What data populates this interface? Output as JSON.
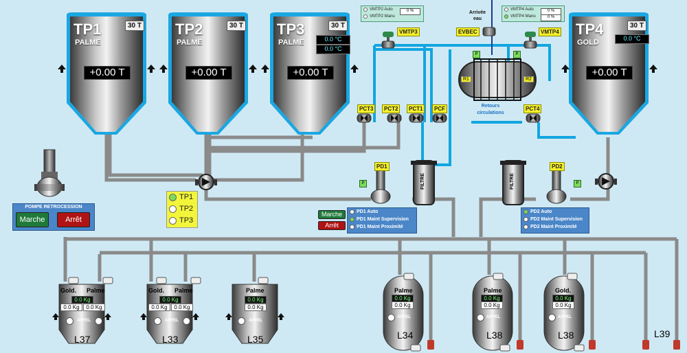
{
  "top_tanks": [
    {
      "name": "TP1",
      "product": "PALME",
      "capacity": "30 T",
      "weight": "+0.00 T"
    },
    {
      "name": "TP2",
      "product": "PALME",
      "capacity": "30 T",
      "weight": "+0.00 T"
    },
    {
      "name": "TP3",
      "product": "PALME",
      "capacity": "30 T",
      "weight": "+0.00 T",
      "temps": [
        "0.0 °C",
        "0.0 °C"
      ]
    },
    {
      "name": "TP4",
      "product": "GOLD",
      "capacity": "30 T",
      "weight": "+0.00 T",
      "temps": [
        "0.0 °C"
      ]
    }
  ],
  "valves": {
    "pct3": "PCT3",
    "pct2": "PCT2",
    "pct1": "PCT1",
    "pcf": "PCF",
    "pct4": "PCT4",
    "vmtp3": "VMTP3",
    "vmtp4": "VMTP4",
    "evbec": "EVBEC",
    "pd1": "PD1",
    "pd2": "PD2"
  },
  "vmtp2_panel": {
    "auto": "VMTP2 Auto",
    "manu": "VMTP2 Manu",
    "value": "0 %"
  },
  "vmtp4_panel": {
    "auto": "VMTP4 Auto",
    "manu": "VMTP4 Manu",
    "value1": "0 %",
    "value2": "0 %"
  },
  "water": {
    "line1": "Arrivée",
    "line2": "eau"
  },
  "exchanger": {
    "r1": "R1",
    "r2": "R2",
    "label_line1": "Retours",
    "label_line2": "circulations"
  },
  "filter_label": "FILTRE",
  "pompe_retro": {
    "title": "POMPE  RETROCESSION",
    "marche": "Marche",
    "arret": "Arrêt"
  },
  "tp_select": {
    "options": [
      "TP1",
      "TP2",
      "TP3"
    ],
    "selected": "TP1"
  },
  "pd1_panel": {
    "marche": "Marche",
    "arret": "Arrêt",
    "options": [
      "PD1 Auto",
      "PD1 Maint Supervision",
      "PD1 Maint Proximité"
    ],
    "selected": "PD1 Maint Supervision"
  },
  "pd2_panel": {
    "options": [
      "PD2 Auto",
      "PD2 Maint Supervision",
      "PD2 Maint Proximité"
    ],
    "selected": "PD2 Auto"
  },
  "p_tag": "P",
  "lines": [
    {
      "name": "L37",
      "left": "Gold.",
      "right": "Palme",
      "total": "0.0 Kg",
      "left_w": "0.0 Kg",
      "right_w": "0.0 Kg",
      "appel": "APPEL"
    },
    {
      "name": "L33",
      "left": "Gold.",
      "right": "Palme",
      "total": "0.0 Kg",
      "left_w": "0.0 Kg",
      "right_w": "0.0 Kg",
      "appel": "APPEL"
    },
    {
      "name": "L35",
      "center": "Palme",
      "total": "0.0 Kg",
      "center_w": "0.0 Kg",
      "appel": "APPEL"
    },
    {
      "name": "L34",
      "center": "Palme",
      "total": "0.0 Kg",
      "center_w": "0.0 Kg",
      "appel": "APPEL"
    },
    {
      "name": "L38",
      "center": "Palme",
      "total": "0.0 Kg",
      "center_w": "0.0 Kg",
      "appel": "APPEL"
    },
    {
      "name": "L38",
      "center": "Gold.",
      "total": "0.0 Kg",
      "center_w": "0.0 Kg",
      "appel": "APPEL"
    }
  ],
  "l39": "L39"
}
